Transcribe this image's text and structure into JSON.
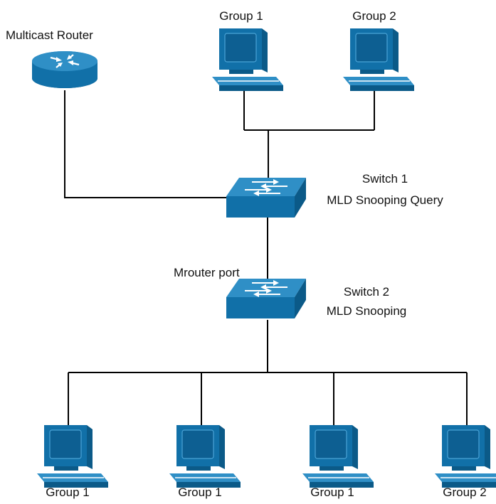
{
  "colors": {
    "device_blue": "#1170a8",
    "device_dark": "#0b5a88",
    "device_light": "#2f8fc6",
    "line": "#000000"
  },
  "router": {
    "label": "Multicast Router",
    "icon": "router-icon"
  },
  "switch1": {
    "label_line1": "Switch 1",
    "label_line2": "MLD Snooping Query",
    "icon": "switch-icon"
  },
  "switch2": {
    "label_line1": "Switch 2",
    "label_line2": "MLD Snooping",
    "icon": "switch-icon"
  },
  "mrouter_port": {
    "label": "Mrouter port"
  },
  "top_hosts": [
    {
      "label": "Group 1",
      "icon": "computer-icon"
    },
    {
      "label": "Group 2",
      "icon": "computer-icon"
    }
  ],
  "bottom_hosts": [
    {
      "label": "Group 1",
      "icon": "computer-icon"
    },
    {
      "label": "Group 1",
      "icon": "computer-icon"
    },
    {
      "label": "Group 1",
      "icon": "computer-icon"
    },
    {
      "label": "Group 2",
      "icon": "computer-icon"
    }
  ]
}
